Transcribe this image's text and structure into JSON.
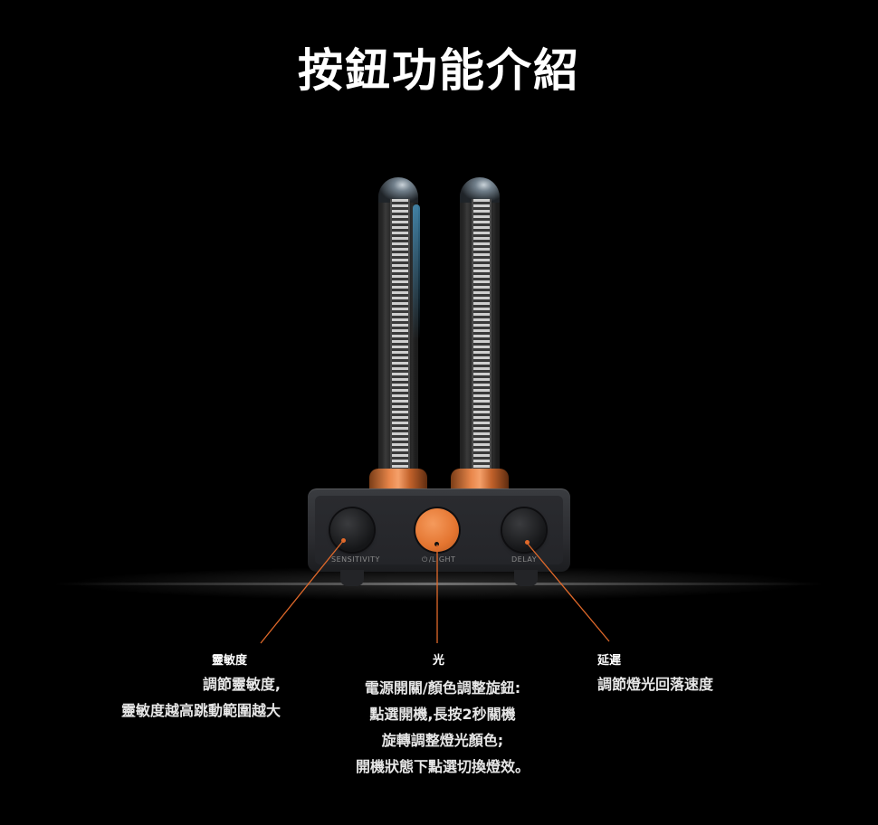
{
  "page": {
    "title": "按鈕功能介紹"
  },
  "device": {
    "knobs": [
      {
        "name": "sensitivity",
        "label": "SENSITIVITY",
        "color": "#1a1b1e"
      },
      {
        "name": "power-light",
        "label": "/LIGHT",
        "icon": "power-icon",
        "color": "#e47530"
      },
      {
        "name": "delay",
        "label": "DELAY",
        "color": "#1a1b1e"
      }
    ],
    "accent_color": "#e47530",
    "pointer_line_color": "#e1692a"
  },
  "callouts": {
    "sensitivity": {
      "heading": "靈敏度",
      "lines": [
        "調節靈敏度,",
        "靈敏度越高跳動範圍越大"
      ]
    },
    "light": {
      "heading": "光",
      "lines": [
        "電源開關/顏色調整旋鈕:",
        "點選開機,長按2秒關機",
        "旋轉調整燈光顏色;",
        "開機狀態下點選切換燈效。"
      ]
    },
    "delay": {
      "heading": "延遲",
      "lines": [
        "調節燈光回落速度"
      ]
    }
  }
}
